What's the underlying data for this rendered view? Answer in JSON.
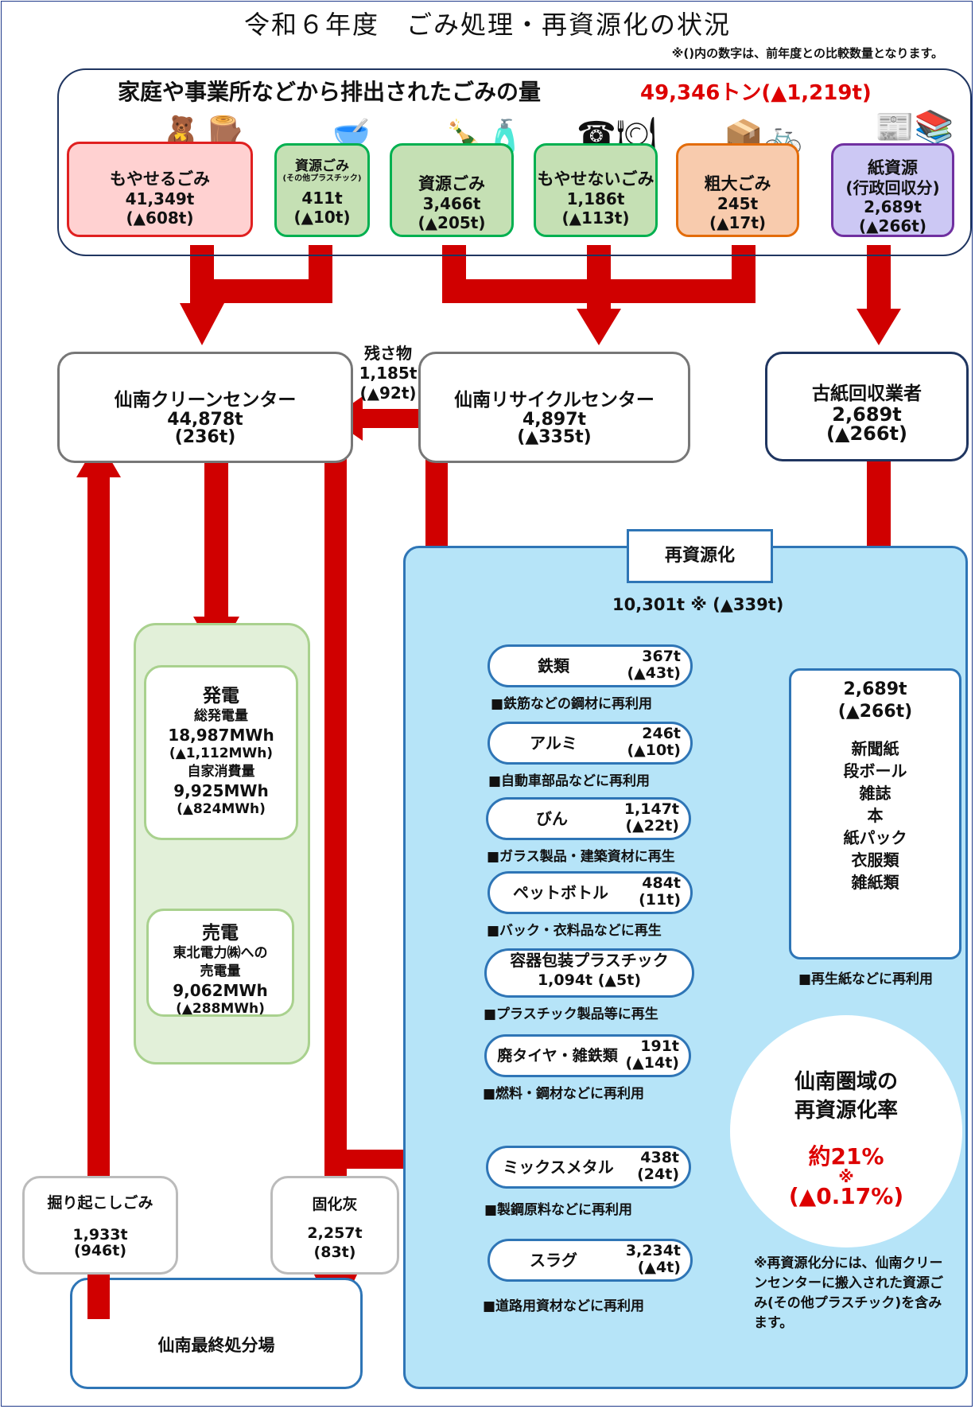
{
  "title": "令和６年度　ごみ処理・再資源化の状況",
  "note": "※()内の数字は、前年度との比較数量となります。",
  "generation": {
    "label": "家庭や事業所などから排出されたごみの量",
    "total": "49,346トン(▲1,219t)",
    "categories": [
      {
        "name": "もやせるごみ",
        "sub": "",
        "value": "41,349t",
        "diff": "(▲608t)",
        "icon": "teddy-bear-and-firewood-icon"
      },
      {
        "name": "資源ごみ",
        "sub": "(その他プラスチック)",
        "value": "411t",
        "diff": "(▲10t)",
        "icon": "plastic-container-icon"
      },
      {
        "name": "資源ごみ",
        "sub": "",
        "value": "3,466t",
        "diff": "(▲205t)",
        "icon": "bottles-icon"
      },
      {
        "name": "もやせないごみ",
        "sub": "",
        "value": "1,186t",
        "diff": "(▲113t)",
        "icon": "telephone-and-dishes-icon"
      },
      {
        "name": "粗大ごみ",
        "sub": "",
        "value": "245t",
        "diff": "(▲17t)",
        "icon": "microwave-and-bicycle-icon"
      },
      {
        "name": "紙資源",
        "sub": "(行政回収分)",
        "value": "2,689t",
        "diff": "(▲266t)",
        "icon": "newspapers-icon"
      }
    ],
    "colors": {
      "burnable_fill": "#ffd1d1",
      "burnable_border": "#e02020",
      "resource_fill": "#c5e0b4",
      "resource_border": "#00b050",
      "bulky_fill": "#f8cbad",
      "bulky_border": "#e36c0a",
      "paper_fill": "#ccc8f4",
      "paper_border": "#7030a0"
    }
  },
  "clean_center": {
    "name": "仙南クリーンセンター",
    "value": "44,878t",
    "diff": "(236t)"
  },
  "recycle_center": {
    "name": "仙南リサイクルセンター",
    "value": "4,897t",
    "diff": "(▲335t)"
  },
  "paper_collector": {
    "name": "古紙回収業者",
    "value": "2,689t",
    "diff": "(▲266t)"
  },
  "residue": {
    "label": "残さ物",
    "value": "1,185t",
    "diff": "(▲92t)"
  },
  "power": {
    "generation": {
      "title": "発電",
      "l1": "総発電量",
      "v1": "18,987MWh",
      "d1": "(▲1,112MWh)",
      "l2": "自家消費量",
      "v2": "9,925MWh",
      "d2": "(▲824MWh)"
    },
    "sale": {
      "title": "売電",
      "l1": "東北電力㈱への",
      "l2": "売電量",
      "v": "9,062MWh",
      "d": "(▲288MWh)"
    }
  },
  "recycling": {
    "header": "再資源化",
    "total": "10,301t ※ (▲339t)",
    "items": [
      {
        "name": "鉄類",
        "value": "367t",
        "diff": "(▲43t)",
        "desc": "■鉄筋などの鋼材に再利用"
      },
      {
        "name": "アルミ",
        "value": "246t",
        "diff": "(▲10t)",
        "desc": "■自動車部品などに再利用"
      },
      {
        "name": "びん",
        "value": "1,147t",
        "diff": "(▲22t)",
        "desc": "■ガラス製品・建築資材に再生"
      },
      {
        "name": "ペットボトル",
        "value": "484t",
        "diff": "(11t)",
        "desc": "■バック・衣料品などに再生"
      },
      {
        "name": "容器包装プラスチック",
        "value": "1,094t (▲5t)",
        "diff": "",
        "desc": "■プラスチック製品等に再生"
      },
      {
        "name": "廃タイヤ・雑鉄類",
        "value": "191t",
        "diff": "(▲14t)",
        "desc": "■燃料・鋼材などに再利用"
      },
      {
        "name": "ミックスメタル",
        "value": "438t",
        "diff": "(24t)",
        "desc": "■製鋼原料などに再利用"
      },
      {
        "name": "スラグ",
        "value": "3,234t",
        "diff": "(▲4t)",
        "desc": "■道路用資材などに再利用"
      }
    ],
    "paper": {
      "value": "2,689t",
      "diff": "(▲266t)",
      "items": [
        "新聞紙",
        "段ボール",
        "雑誌",
        "本",
        "紙パック",
        "衣服類",
        "雑紙類"
      ],
      "desc": "■再生紙などに再利用"
    }
  },
  "rate": {
    "title1": "仙南圏域の",
    "title2": "再資源化率",
    "value": "約21%",
    "mark": "※",
    "diff": "(▲0.17%)"
  },
  "footnote": "※再資源化分には、仙南クリーンセンターに搬入された資源ごみ(その他プラスチック)を含みます。",
  "dug_waste": {
    "name": "掘り起こしごみ",
    "value": "1,933t",
    "diff": "(946t)"
  },
  "fly_ash": {
    "name": "固化灰",
    "value": "2,257t",
    "diff": "(83t)"
  },
  "landfill": {
    "name": "仙南最終処分場"
  },
  "arrow_color": "#d00000"
}
